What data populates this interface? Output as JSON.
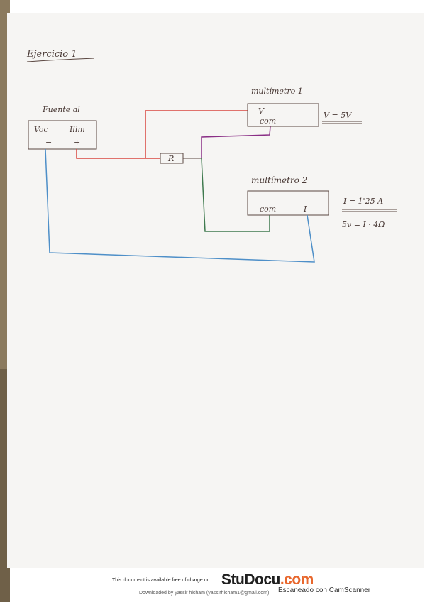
{
  "title": "Ejercicio 1",
  "source": {
    "label": "Fuente al",
    "terminal_top_left": "Voc",
    "terminal_top_right": "Ilim",
    "terminal_bottom_left": "−",
    "terminal_bottom_right": "+"
  },
  "resistor_label": "R",
  "multimeter1": {
    "label": "multímetro 1",
    "terminal_v": "V",
    "terminal_com": "com",
    "reading": "V = 5V"
  },
  "multimeter2": {
    "label": "multímetro 2",
    "terminal_com": "com",
    "terminal_i": "I",
    "reading": "I = 1'25 A",
    "equation": "5v = I · 4Ω"
  },
  "footer": {
    "notice": "This document is available free of charge on",
    "brand_main": "StuDocu",
    "brand_suffix": ".com",
    "downloaded_by": "Downloaded by yassir hicham (yassirhicham1@gmail.com)",
    "scanner": "Escaneado con CamScanner"
  },
  "colors": {
    "paper": "#f6f5f3",
    "ink": "#4a3a36",
    "wire_red": "#d9463f",
    "wire_blue": "#4e8fc8",
    "wire_green": "#3f7a4e",
    "wire_purple": "#8a2f86",
    "brand_accent": "#e8672d"
  }
}
